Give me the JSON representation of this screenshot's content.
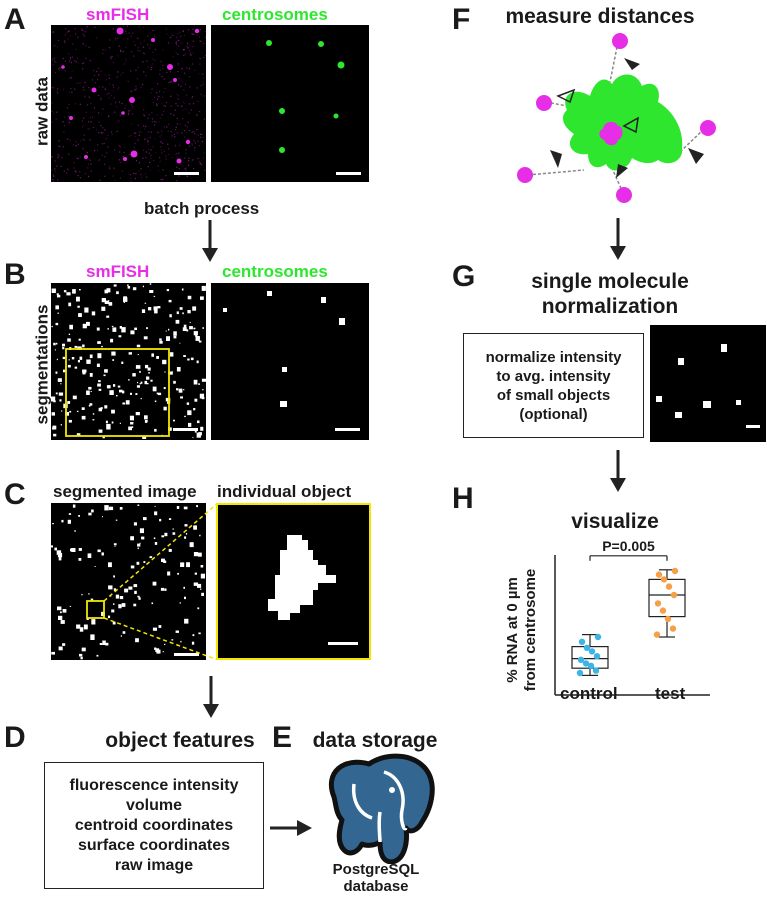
{
  "colors": {
    "magenta": "#e62ee6",
    "green": "#2ee62e",
    "yellow": "#f3e600",
    "orange": "#f5a046",
    "blue": "#3cb4e6"
  },
  "panelA": {
    "letter": "A",
    "label_smfish": "smFISH",
    "label_centrosomes": "centrosomes",
    "side_label": "raw data"
  },
  "arrow1_label": "batch process",
  "panelB": {
    "letter": "B",
    "label_smfish": "smFISH",
    "label_centrosomes": "centrosomes",
    "side_label": "segmentations"
  },
  "panelC": {
    "letter": "C",
    "label_segmented": "segmented image",
    "label_individual": "individual object"
  },
  "panelD": {
    "letter": "D",
    "title": "object features",
    "features": [
      "fluorescence intensity",
      "volume",
      "centroid coordinates",
      "surface coordinates",
      "raw image"
    ]
  },
  "panelE": {
    "letter": "E",
    "title": "data storage",
    "db_line1": "PostgreSQL",
    "db_line2": "database",
    "logo_icon": "postgresql-elephant-logo"
  },
  "panelF": {
    "letter": "F",
    "title": "measure distances"
  },
  "panelG": {
    "letter": "G",
    "title_line1": "single molecule",
    "title_line2": "normalization",
    "box_lines": [
      "normalize intensity",
      "to avg. intensity",
      "of small objects",
      "(optional)"
    ]
  },
  "panelH": {
    "letter": "H",
    "title": "visualize",
    "pvalue": "P=0.005",
    "ylabel_line1": "% RNA at 0 µm",
    "ylabel_line2": "from centrosome"
  },
  "chart_data": {
    "type": "box",
    "categories": [
      "control",
      "test"
    ],
    "ylim": [
      0,
      100
    ],
    "series": [
      {
        "box": {
          "min": 8,
          "q1": 14,
          "median": 22,
          "q3": 32,
          "max": 42
        },
        "points": [
          10,
          12,
          16,
          18,
          21,
          24,
          28,
          31,
          36,
          40
        ]
      },
      {
        "box": {
          "min": 40,
          "q1": 57,
          "median": 75,
          "q3": 88,
          "max": 96
        },
        "points": [
          42,
          47,
          55,
          62,
          68,
          75,
          82,
          88,
          92,
          95
        ]
      }
    ]
  }
}
